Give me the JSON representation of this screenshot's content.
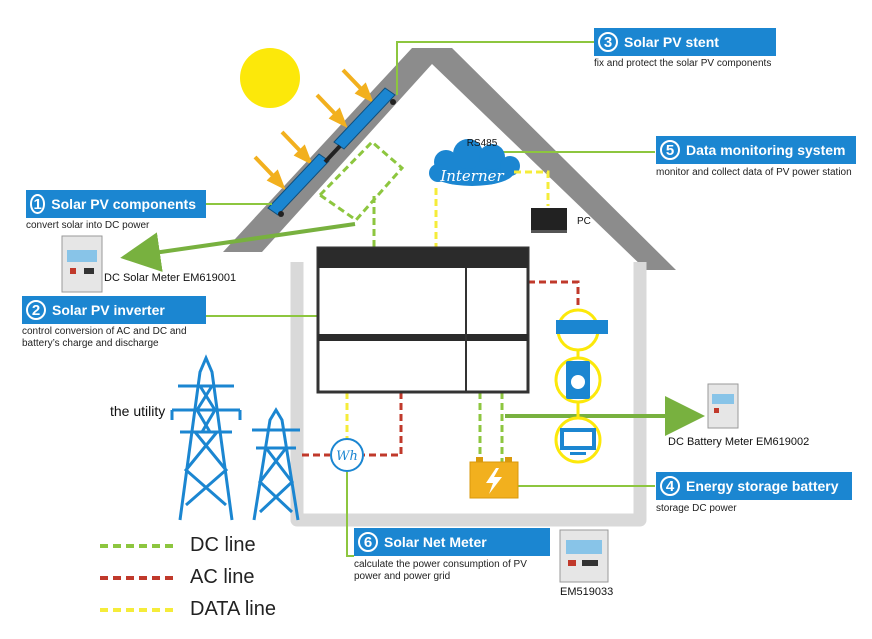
{
  "components": [
    {
      "number": "1",
      "title": "Solar PV components",
      "desc": [
        "convert solar into DC power"
      ]
    },
    {
      "number": "2",
      "title": "Solar PV inverter",
      "desc": [
        "control conversion of AC and DC and",
        "battery’s charge and discharge"
      ]
    },
    {
      "number": "3",
      "title": "Solar PV stent",
      "desc": [
        "fix and protect the solar PV components"
      ]
    },
    {
      "number": "4",
      "title": "Energy storage battery",
      "desc": [
        "storage DC power"
      ]
    },
    {
      "number": "5",
      "title": "Data monitoring system",
      "desc": [
        "monitor and collect data of PV power station"
      ]
    },
    {
      "number": "6",
      "title": "Solar Net Meter",
      "desc": [
        "calculate the power consumption of PV",
        "power and power grid"
      ]
    }
  ],
  "labels": {
    "dc_meter": "DC Solar Meter EM619001",
    "battery_meter": "DC Battery Meter EM619002",
    "net_meter_model": "EM519033",
    "pc": "PC",
    "rs485": "RS485",
    "internet": "Interner",
    "wh": "Wh",
    "utility": "the utility"
  },
  "legend": [
    {
      "label": "DC line",
      "color": "#8dc63f"
    },
    {
      "label": "AC line",
      "color": "#c0392b"
    },
    {
      "label": "DATA line",
      "color": "#f5ec3a"
    }
  ],
  "colors": {
    "blue": "#1b86d1",
    "roof_gray": "#8c8c8c",
    "wall_gray": "#d9d9d9",
    "sun": "#fce80a",
    "arrow_orange": "#f2b01e",
    "green_arrow": "#78b13f",
    "inverter_dark": "#2b2b2b"
  }
}
